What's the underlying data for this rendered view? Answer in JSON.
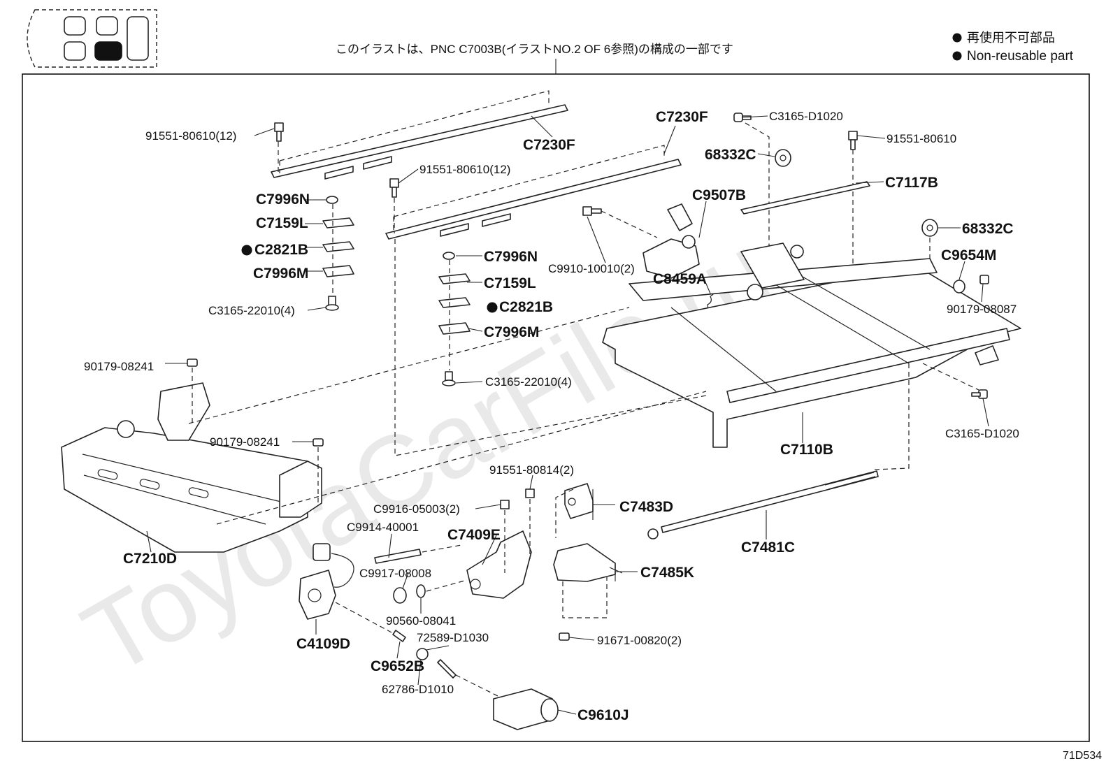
{
  "header": {
    "note": "このイラストは、PNC C7003B(イラストNO.2 OF 6参照)の構成の一部です",
    "legend": [
      {
        "text": "再使用不可部品"
      },
      {
        "text": "Non-reusable part"
      }
    ]
  },
  "watermark": "ToyotaCarFile.ru",
  "figure_code": "71D534",
  "parts": {
    "c7230f_a": "C7230F",
    "c7230f_b": "C7230F",
    "bolt_91551_12a": "91551-80610(12)",
    "bolt_91551_12b": "91551-80610(12)",
    "c7996n_a": "C7996N",
    "c7159l_a": "C7159L",
    "c2821b_a": "C2821B",
    "c7996m_a": "C7996M",
    "screw_c3165_a": "C3165-22010(4)",
    "c7996n_b": "C7996N",
    "c7159l_b": "C7159L",
    "c2821b_b": "C2821B",
    "c7996m_b": "C7996M",
    "screw_c3165_b": "C3165-22010(4)",
    "bolt_c3165_d1020_top": "C3165-D1020",
    "bolt_91551_80610": "91551-80610",
    "c68332c_a": "68332C",
    "c7117b": "C7117B",
    "c9507b": "C9507B",
    "c68332c_b": "68332C",
    "c9654m": "C9654M",
    "c9910": "C9910-10010(2)",
    "c8459a": "C8459A",
    "nut_90179_08087": "90179-08087",
    "nut_90179_08241_a": "90179-08241",
    "nut_90179_08241_b": "90179-08241",
    "bolt_c3165_d1020_bot": "C3165-D1020",
    "c7110b": "C7110B",
    "c7210d": "C7210D",
    "bolt_91551_80814": "91551-80814(2)",
    "c9916": "C9916-05003(2)",
    "c9914": "C9914-40001",
    "c7409e": "C7409E",
    "c9917": "C9917-08008",
    "c7483d": "C7483D",
    "c7485k": "C7485K",
    "c7481c": "C7481C",
    "nut_90560": "90560-08041",
    "c72589": "72589-D1030",
    "c4109d": "C4109D",
    "c9652b": "C9652B",
    "pin_62786": "62786-D1010",
    "bolt_91671": "91671-00820(2)",
    "c9610j": "C9610J"
  },
  "colors": {
    "ink": "#111111",
    "watermark": "#e9e9e9"
  }
}
